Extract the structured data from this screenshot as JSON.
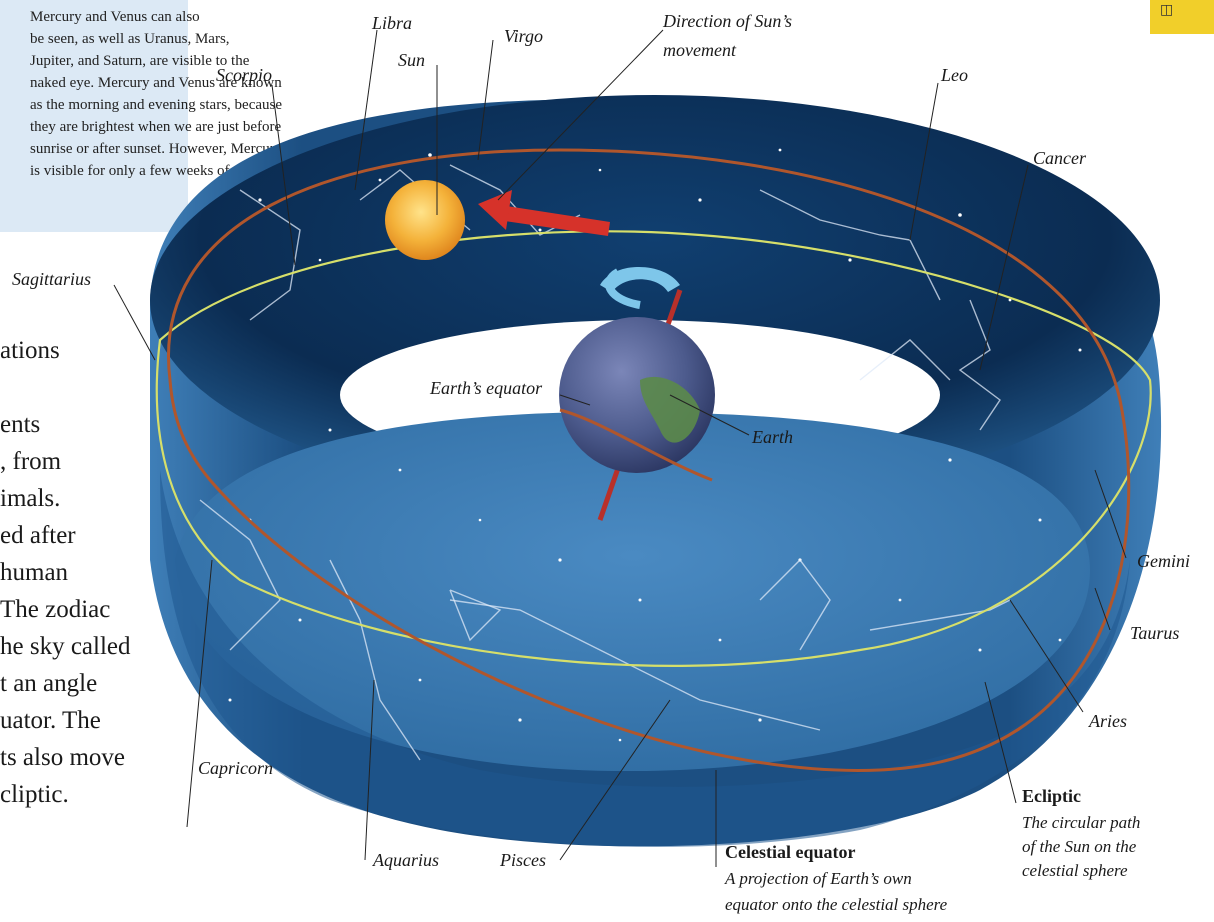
{
  "sidebar_text": "Mercury and Venus can also\nbe seen, as well as Uranus, Mars,\nJupiter, and Saturn, are visible to the\nnaked eye. Mercury and Venus are known\nas the morning and evening stars, because\nthey are brightest when we are just before\nsunrise or after sunset. However, Mercury\nis visible for only a few weeks of the year.",
  "body_text": "ations\n\nents\n, from\nimals.\ned after\nhuman\nThe zodiac\nhe sky called\nt an angle\nuator. The\nts also move\ncliptic.",
  "corner_tab": "◫",
  "labels": {
    "libra": "Libra",
    "virgo": "Virgo",
    "sun": "Sun",
    "direction_line1": "Direction of Sun’s",
    "direction_line2": "movement",
    "scorpio": "Scorpio",
    "leo": "Leo",
    "cancer": "Cancer",
    "sagittarius": "Sagittarius",
    "earths_equator": "Earth’s equator",
    "earth": "Earth",
    "gemini": "Gemini",
    "taurus": "Taurus",
    "aries": "Aries",
    "capricorn": "Capricorn",
    "aquarius": "Aquarius",
    "pisces": "Pisces"
  },
  "celestial_equator": {
    "title": "Celestial equator",
    "line1": "A projection of Earth’s own",
    "line2": "equator onto the celestial sphere"
  },
  "ecliptic": {
    "title": "Ecliptic",
    "line1": "The circular path",
    "line2": "of the Sun on the",
    "line3": "celestial sphere"
  },
  "colors": {
    "ring_inner": "#0d3560",
    "ring_outer": "#2d6ea6",
    "floor": "#3c7cb4",
    "ecliptic": "#b0562c",
    "celestial_equator": "#d6df6a",
    "sun": "#f3b63c",
    "arrow": "#d6322a",
    "earth_rotation": "#7ec6ea"
  }
}
